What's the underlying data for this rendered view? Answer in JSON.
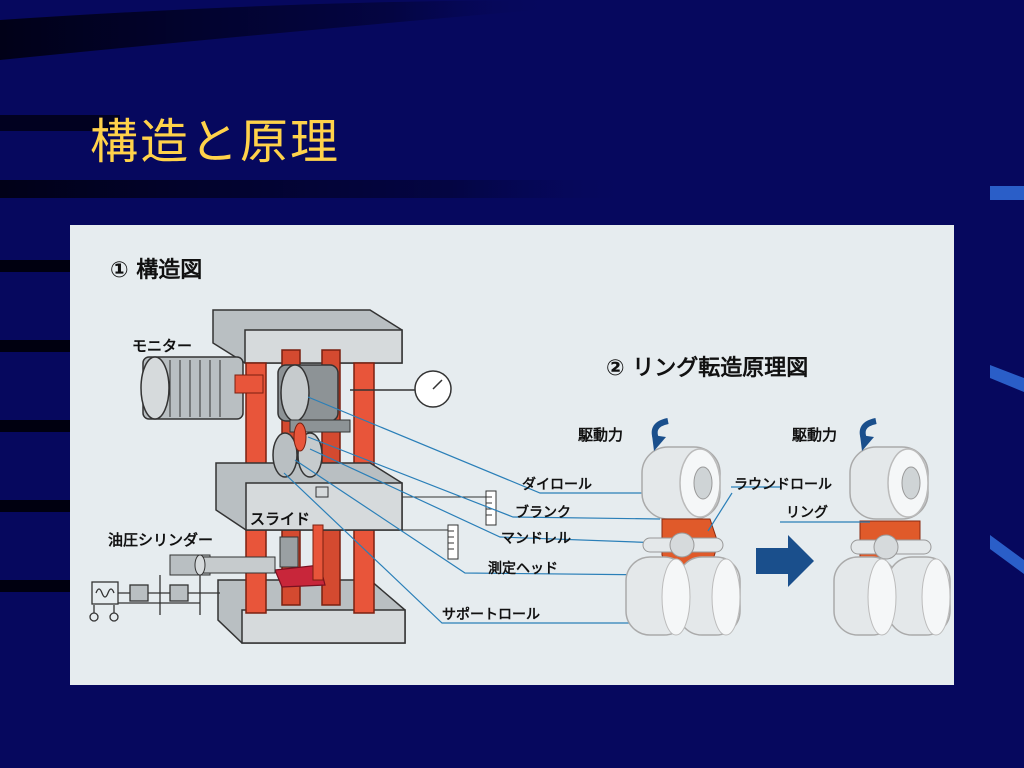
{
  "slide": {
    "title": "構造と原理"
  },
  "section1": {
    "heading": "① 構造図",
    "labels": {
      "monitor": "モニター",
      "slide": "スライド",
      "cylinder": "油圧シリンダー",
      "die_roll": "ダイロール",
      "blank": "ブランク",
      "mandrel": "マンドレル",
      "measuring_head": "測定ヘッド",
      "support_roll": "サポートロール"
    }
  },
  "section2": {
    "heading": "② リング転造原理図",
    "labels": {
      "drive_force_left": "駆動力",
      "drive_force_right": "駆動力",
      "round_roll": "ラウンドロール",
      "ring": "リング"
    }
  },
  "colors": {
    "background": "#06085e",
    "title": "#ffd24a",
    "panel": "#e6ecef",
    "pillar": "#e8553a",
    "arrow": "#1a4f8c",
    "ring": "#e05a2a",
    "leader": "#2a7fb8"
  }
}
